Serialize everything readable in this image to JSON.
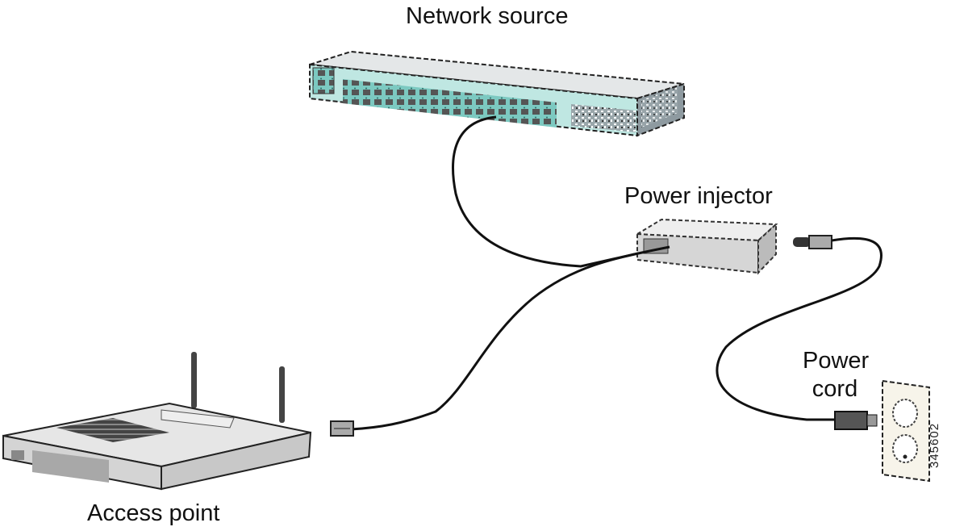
{
  "diagram": {
    "title": "Access point powered via power injector",
    "labels": {
      "network_source": "Network source",
      "power_injector": "Power injector",
      "power_cord": "Power cord",
      "access_point": "Access point"
    },
    "figure_id": "345602",
    "nodes": [
      {
        "id": "network-source",
        "label": "Network source",
        "kind": "switch"
      },
      {
        "id": "power-injector",
        "label": "Power injector",
        "kind": "injector"
      },
      {
        "id": "access-point",
        "label": "Access point",
        "kind": "wireless-ap"
      },
      {
        "id": "power-outlet",
        "label": "Power cord",
        "kind": "wall-outlet"
      }
    ],
    "connections": [
      {
        "from": "network-source",
        "to": "power-injector",
        "cable": "ethernet"
      },
      {
        "from": "power-injector",
        "to": "access-point",
        "cable": "ethernet-poe"
      },
      {
        "from": "power-injector",
        "to": "power-outlet",
        "cable": "power-cord"
      }
    ],
    "colors": {
      "switch_accent": "#8fd3cc",
      "switch_body": "#cfd6d8",
      "device_gray": "#d8d8d8",
      "cable": "#111111"
    }
  }
}
